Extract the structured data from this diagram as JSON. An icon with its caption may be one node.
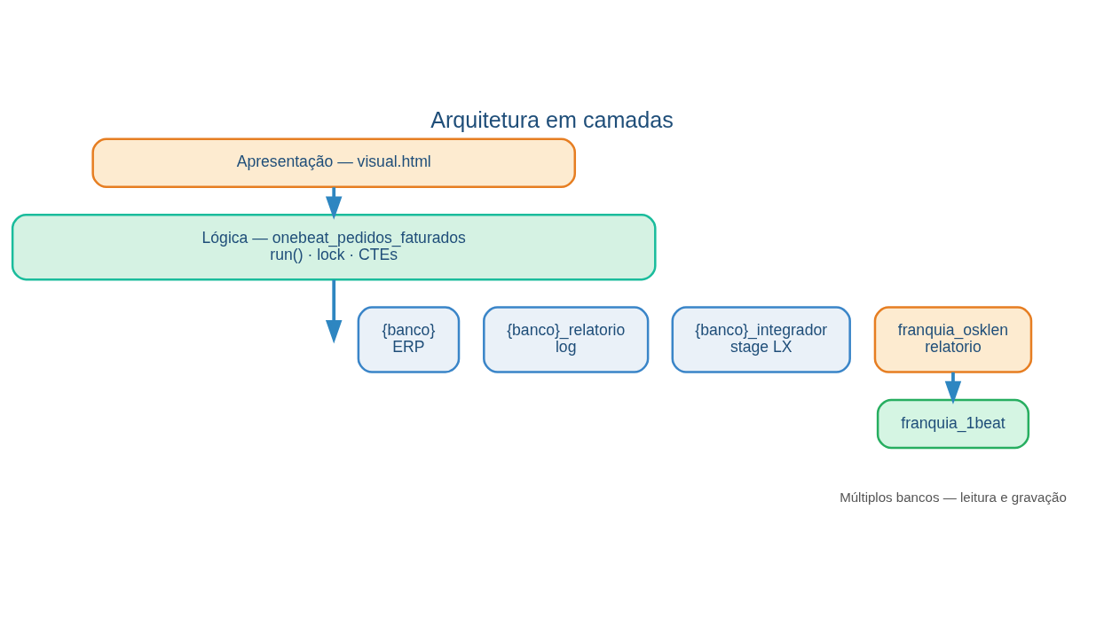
{
  "diagram": {
    "title": "Arquitetura em camadas",
    "caption": "Múltiplos bancos — leitura e gravação",
    "nodes": [
      {
        "text": [
          "Apresentação — visual.html"
        ]
      },
      {
        "text": [
          "Lógica — onebeat_pedidos_faturados",
          "run() · lock · CTEs"
        ]
      },
      {
        "text": [
          "{banco}",
          "ERP"
        ]
      },
      {
        "text": [
          "{banco}_relatorio",
          "log"
        ]
      },
      {
        "text": [
          "{banco}_integrador",
          "stage LX"
        ]
      },
      {
        "text": [
          "franquia_osklen",
          "relatorio"
        ]
      },
      {
        "text": [
          "franquia_1beat"
        ]
      }
    ],
    "edges": [
      {
        "from": 0,
        "to": 1,
        "arrow": "to"
      },
      {
        "from": 1,
        "to": null,
        "arrow": "to"
      },
      {
        "from": 5,
        "to": 6,
        "arrow": "to"
      }
    ]
  }
}
